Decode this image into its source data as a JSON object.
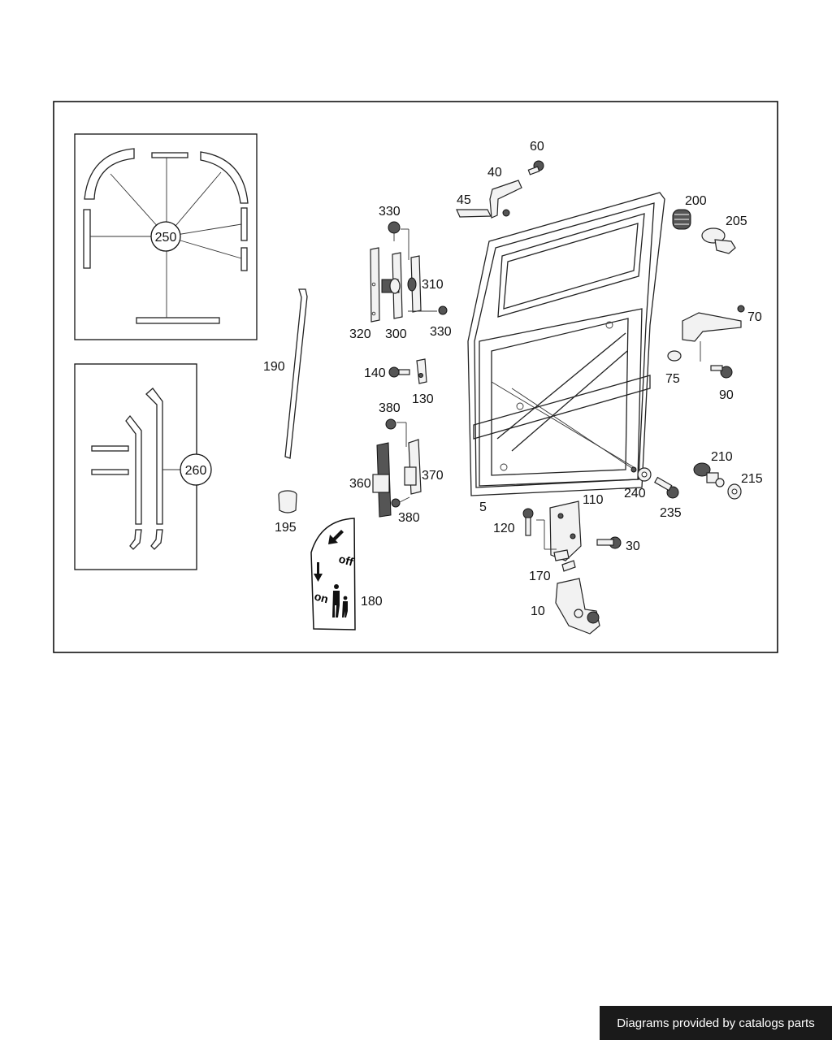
{
  "footer": {
    "text": "Diagrams provided by catalogs parts"
  },
  "callouts": {
    "c250": "250",
    "c260": "260",
    "c190": "190",
    "c195": "195",
    "c180": "180",
    "c330a": "330",
    "c310": "310",
    "c320": "320",
    "c300": "300",
    "c330b": "330",
    "c140": "140",
    "c130": "130",
    "c380a": "380",
    "c360": "360",
    "c370": "370",
    "c380b": "380",
    "c45": "45",
    "c40": "40",
    "c60": "60",
    "c200": "200",
    "c205": "205",
    "c70": "70",
    "c75": "75",
    "c90": "90",
    "c5": "5",
    "c240": "240",
    "c235": "235",
    "c210": "210",
    "c215": "215",
    "c110": "110",
    "c120": "120",
    "c30": "30",
    "c170": "170",
    "c10": "10"
  },
  "sign": {
    "off": "off",
    "on": "on"
  }
}
